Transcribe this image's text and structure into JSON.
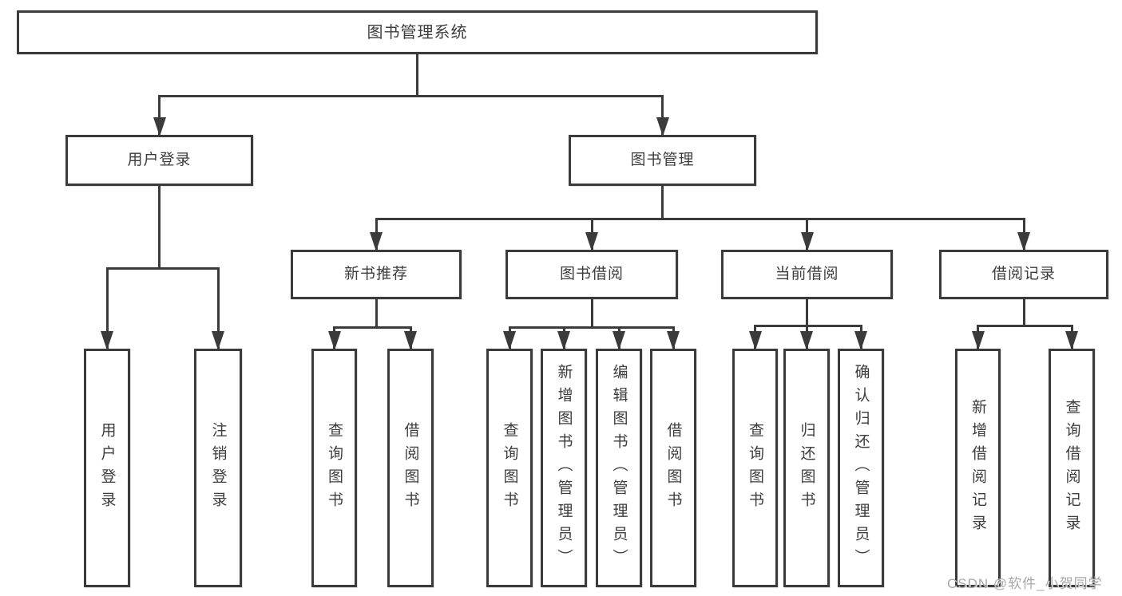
{
  "tree": {
    "id": "root",
    "label": "图书管理系统",
    "children": [
      {
        "id": "user-login",
        "label": "用户登录",
        "children": [
          {
            "id": "leaf-user-login",
            "label": "用户登录",
            "vertical": true
          },
          {
            "id": "leaf-logout",
            "label": "注销登录",
            "vertical": true
          }
        ]
      },
      {
        "id": "book-mgmt",
        "label": "图书管理",
        "children": [
          {
            "id": "new-book-recommend",
            "label": "新书推荐",
            "children": [
              {
                "id": "leaf-query-book-nb",
                "label": "查询图书",
                "vertical": true
              },
              {
                "id": "leaf-borrow-book-nb",
                "label": "借阅图书",
                "vertical": true
              }
            ]
          },
          {
            "id": "book-borrow",
            "label": "图书借阅",
            "children": [
              {
                "id": "leaf-query-book-bb",
                "label": "查询图书",
                "vertical": true
              },
              {
                "id": "leaf-add-book-admin",
                "label": "新增图书（管理员）",
                "vertical": true
              },
              {
                "id": "leaf-edit-book-admin",
                "label": "编辑图书（管理员）",
                "vertical": true
              },
              {
                "id": "leaf-borrow-book-bb",
                "label": "借阅图书",
                "vertical": true
              }
            ]
          },
          {
            "id": "current-borrow",
            "label": "当前借阅",
            "children": [
              {
                "id": "leaf-query-book-cb",
                "label": "查询图书",
                "vertical": true
              },
              {
                "id": "leaf-return-book",
                "label": "归还图书",
                "vertical": true
              },
              {
                "id": "leaf-confirm-return-admin",
                "label": "确认归还（管理员）",
                "vertical": true
              }
            ]
          },
          {
            "id": "borrow-record",
            "label": "借阅记录",
            "children": [
              {
                "id": "leaf-add-borrow-record",
                "label": "新增借阅记录",
                "vertical": true
              },
              {
                "id": "leaf-query-borrow-record",
                "label": "查询借阅记录",
                "vertical": true
              }
            ]
          }
        ]
      }
    ]
  },
  "watermark": {
    "text": "CSDN @软件_小贺同学"
  },
  "colors": {
    "line": "#3b3b3b",
    "text": "#3d3d3d",
    "background": "#ffffff",
    "watermark": "#a8a8a8"
  }
}
